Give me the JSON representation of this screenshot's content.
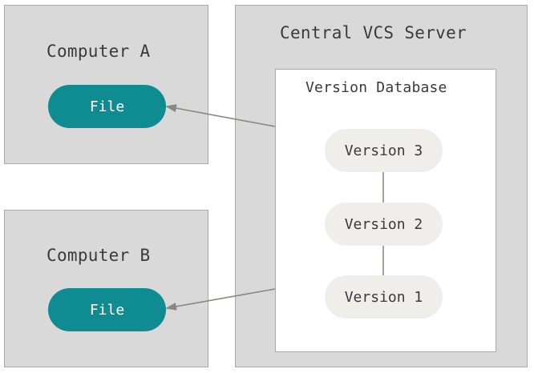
{
  "computer_a": {
    "title": "Computer A",
    "file_label": "File"
  },
  "computer_b": {
    "title": "Computer B",
    "file_label": "File"
  },
  "server": {
    "title": "Central VCS Server",
    "database": {
      "title": "Version Database",
      "versions": [
        "Version 3",
        "Version 2",
        "Version 1"
      ]
    }
  },
  "colors": {
    "box_fill": "#d9d9d9",
    "file_fill": "#0e8c92",
    "version_fill": "#efeeea",
    "arrow": "#8a8680"
  }
}
